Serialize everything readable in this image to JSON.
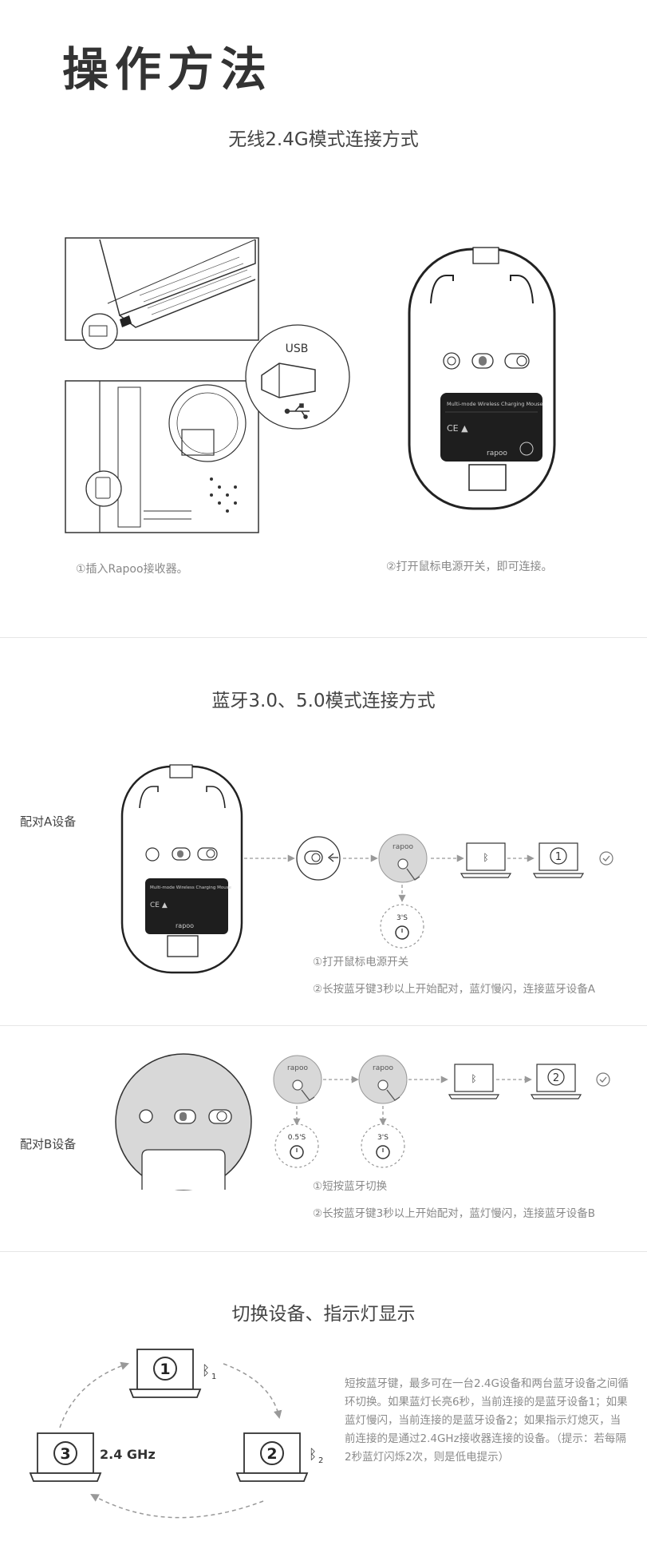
{
  "page_title": "操作方法",
  "section1": {
    "title": "无线2.4G模式连接方式",
    "usb_label": "USB",
    "step1": "①插入Rapoo接收器。",
    "step2": "②打开鼠标电源开关，即可连接。"
  },
  "mouse_label": {
    "line1": "Multi-mode Wireless Charging Mouse",
    "brand": "rapoo"
  },
  "section2": {
    "title": "蓝牙3.0、5.0模式连接方式",
    "pair_a": "配对A设备",
    "pair_b": "配对B设备",
    "a_step1": "①打开鼠标电源开关",
    "a_step2": "②长按蓝牙键3秒以上开始配对，蓝灯慢闪，连接蓝牙设备A",
    "b_step1": "①短按蓝牙切换",
    "b_step2": "②长按蓝牙键3秒以上开始配对，蓝灯慢闪，连接蓝牙设备B",
    "timer_3s": "3'S",
    "timer_05s": "0.5'S",
    "device1": "1",
    "device2": "2"
  },
  "section3": {
    "title": "切换设备、指示灯显示",
    "laptop1": "1",
    "laptop2": "2",
    "laptop3": "3",
    "bt1_sub": "1",
    "bt2_sub": "2",
    "freq_label": "2.4 GHz",
    "description": "短按蓝牙键，最多可在一台2.4G设备和两台蓝牙设备之间循环切换。如果蓝灯长亮6秒，当前连接的是蓝牙设备1；如果蓝灯慢闪，当前连接的是蓝牙设备2；如果指示灯熄灭，当前连接的是通过2.4GHz接收器连接的设备。（提示：若每隔2秒蓝灯闪烁2次，则是低电提示）"
  },
  "colors": {
    "line": "#333333",
    "light_gray": "#d8d8d8",
    "mid_gray": "#9a9a9a",
    "dark": "#222222"
  }
}
